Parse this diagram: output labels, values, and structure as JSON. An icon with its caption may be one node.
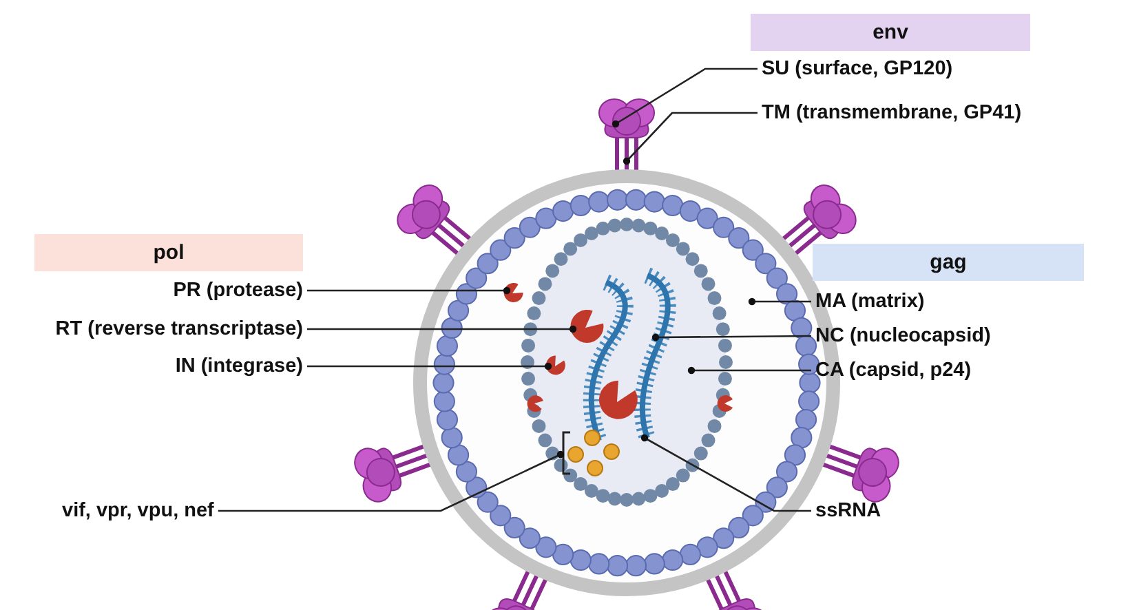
{
  "diagram": {
    "nodes": [
      {
        "text": [
          "env"
        ]
      },
      {
        "text": [
          "SU (surface, GP120)"
        ]
      },
      {
        "text": [
          "TM (transmembrane, GP41)"
        ]
      },
      {
        "text": [
          "pol"
        ]
      },
      {
        "text": [
          "PR (protease)"
        ]
      },
      {
        "text": [
          "RT (reverse transcriptase)"
        ]
      },
      {
        "text": [
          "IN (integrase)"
        ]
      },
      {
        "text": [
          "gag"
        ]
      },
      {
        "text": [
          "MA (matrix)"
        ]
      },
      {
        "text": [
          "NC (nucleocapsid)"
        ]
      },
      {
        "text": [
          "CA (capsid, p24)"
        ]
      },
      {
        "text": [
          "vif, vpr, vpu, nef"
        ]
      },
      {
        "text": [
          "ssRNA"
        ]
      }
    ],
    "edges": [
      {
        "from": 1,
        "to": null,
        "arrow": "other"
      },
      {
        "from": 2,
        "to": null,
        "arrow": "other"
      },
      {
        "from": 4,
        "to": null,
        "arrow": "other"
      },
      {
        "from": 5,
        "to": null,
        "arrow": "other"
      },
      {
        "from": 6,
        "to": null,
        "arrow": "other"
      },
      {
        "from": 8,
        "to": null,
        "arrow": "other"
      },
      {
        "from": 9,
        "to": null,
        "arrow": "other"
      },
      {
        "from": 10,
        "to": null,
        "arrow": "other"
      },
      {
        "from": 11,
        "to": null,
        "arrow": "other"
      },
      {
        "from": 12,
        "to": null,
        "arrow": "other"
      }
    ]
  }
}
